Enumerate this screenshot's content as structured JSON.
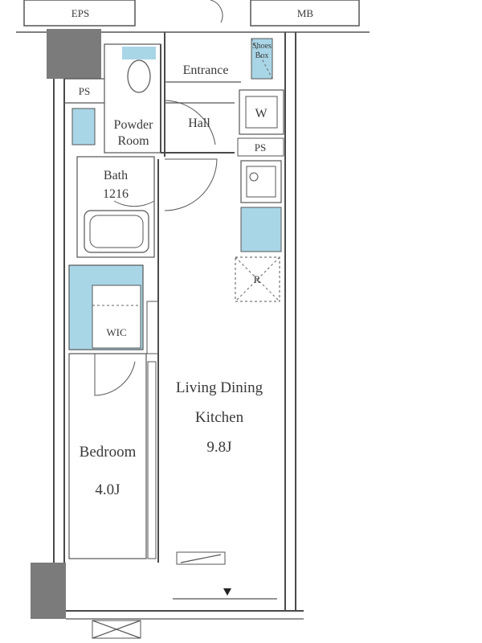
{
  "plan": {
    "common": {
      "eps": "EPS",
      "mb": "MB"
    },
    "rooms": {
      "entrance": "Entrance",
      "shoes_box_line1": "Shoes",
      "shoes_box_line2": "Box",
      "ps_left": "PS",
      "ps_right": "PS",
      "powder_room_line1": "Powder",
      "powder_room_line2": "Room",
      "hall": "Hall",
      "washer": "W",
      "bath_line1": "Bath",
      "bath_line2": "1216",
      "refrigerator": "R",
      "wic": "WIC",
      "ldk_line1": "Living Dining",
      "ldk_line2": "Kitchen",
      "ldk_area": "9.8J",
      "bedroom": "Bedroom",
      "bedroom_area": "4.0J"
    }
  }
}
